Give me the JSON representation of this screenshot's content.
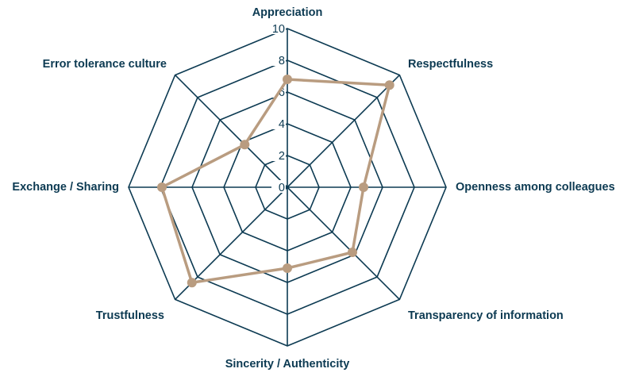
{
  "chart_data": {
    "type": "radar",
    "categories": [
      "Appreciation",
      "Respectfulness",
      "Openness among colleagues",
      "Transparency of information",
      "Sincerity / Authenticity",
      "Trustfulness",
      "Exchange / Sharing",
      "Error tolerance culture"
    ],
    "series": [
      {
        "values": [
          6.8,
          9.1,
          4.8,
          5.8,
          5.1,
          8.5,
          7.9,
          3.8
        ],
        "color": "#b99c80"
      }
    ],
    "ylim": [
      0,
      10
    ],
    "ticks": [
      "0",
      "2",
      "4",
      "6",
      "8",
      "10"
    ],
    "grid": true,
    "grid_color": "#0c3a52",
    "text_color": "#0c3a52"
  }
}
